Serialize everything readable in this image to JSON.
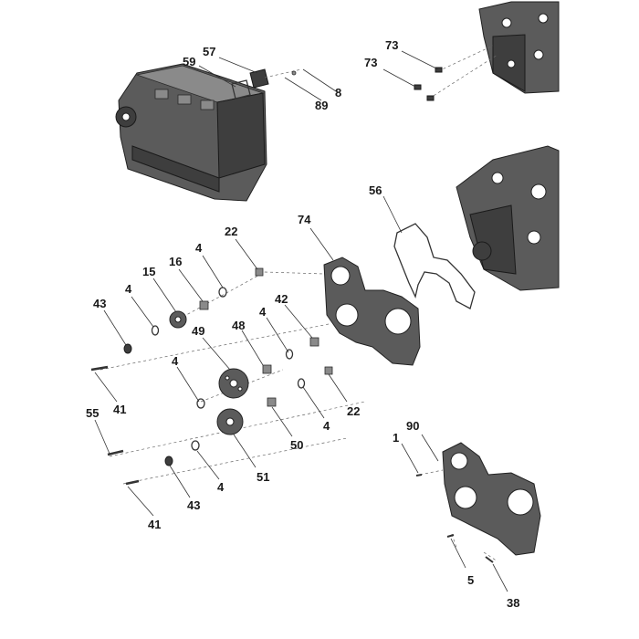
{
  "callouts": {
    "c57": "57",
    "c59": "59",
    "c8": "8",
    "c89": "89",
    "c73a": "73",
    "c73b": "73",
    "c56": "56",
    "c74": "74",
    "c22a": "22",
    "c4a": "4",
    "c16": "16",
    "c15": "15",
    "c4b": "4",
    "c43a": "43",
    "c42": "42",
    "c48": "48",
    "c4c": "4",
    "c49": "49",
    "c4d": "4",
    "c22b": "22",
    "c41a": "41",
    "c55": "55",
    "c4e": "4",
    "c50": "50",
    "c51": "51",
    "c4f": "4",
    "c43b": "43",
    "c41b": "41",
    "c90": "90",
    "c1": "1",
    "c5": "5",
    "c38": "38"
  }
}
